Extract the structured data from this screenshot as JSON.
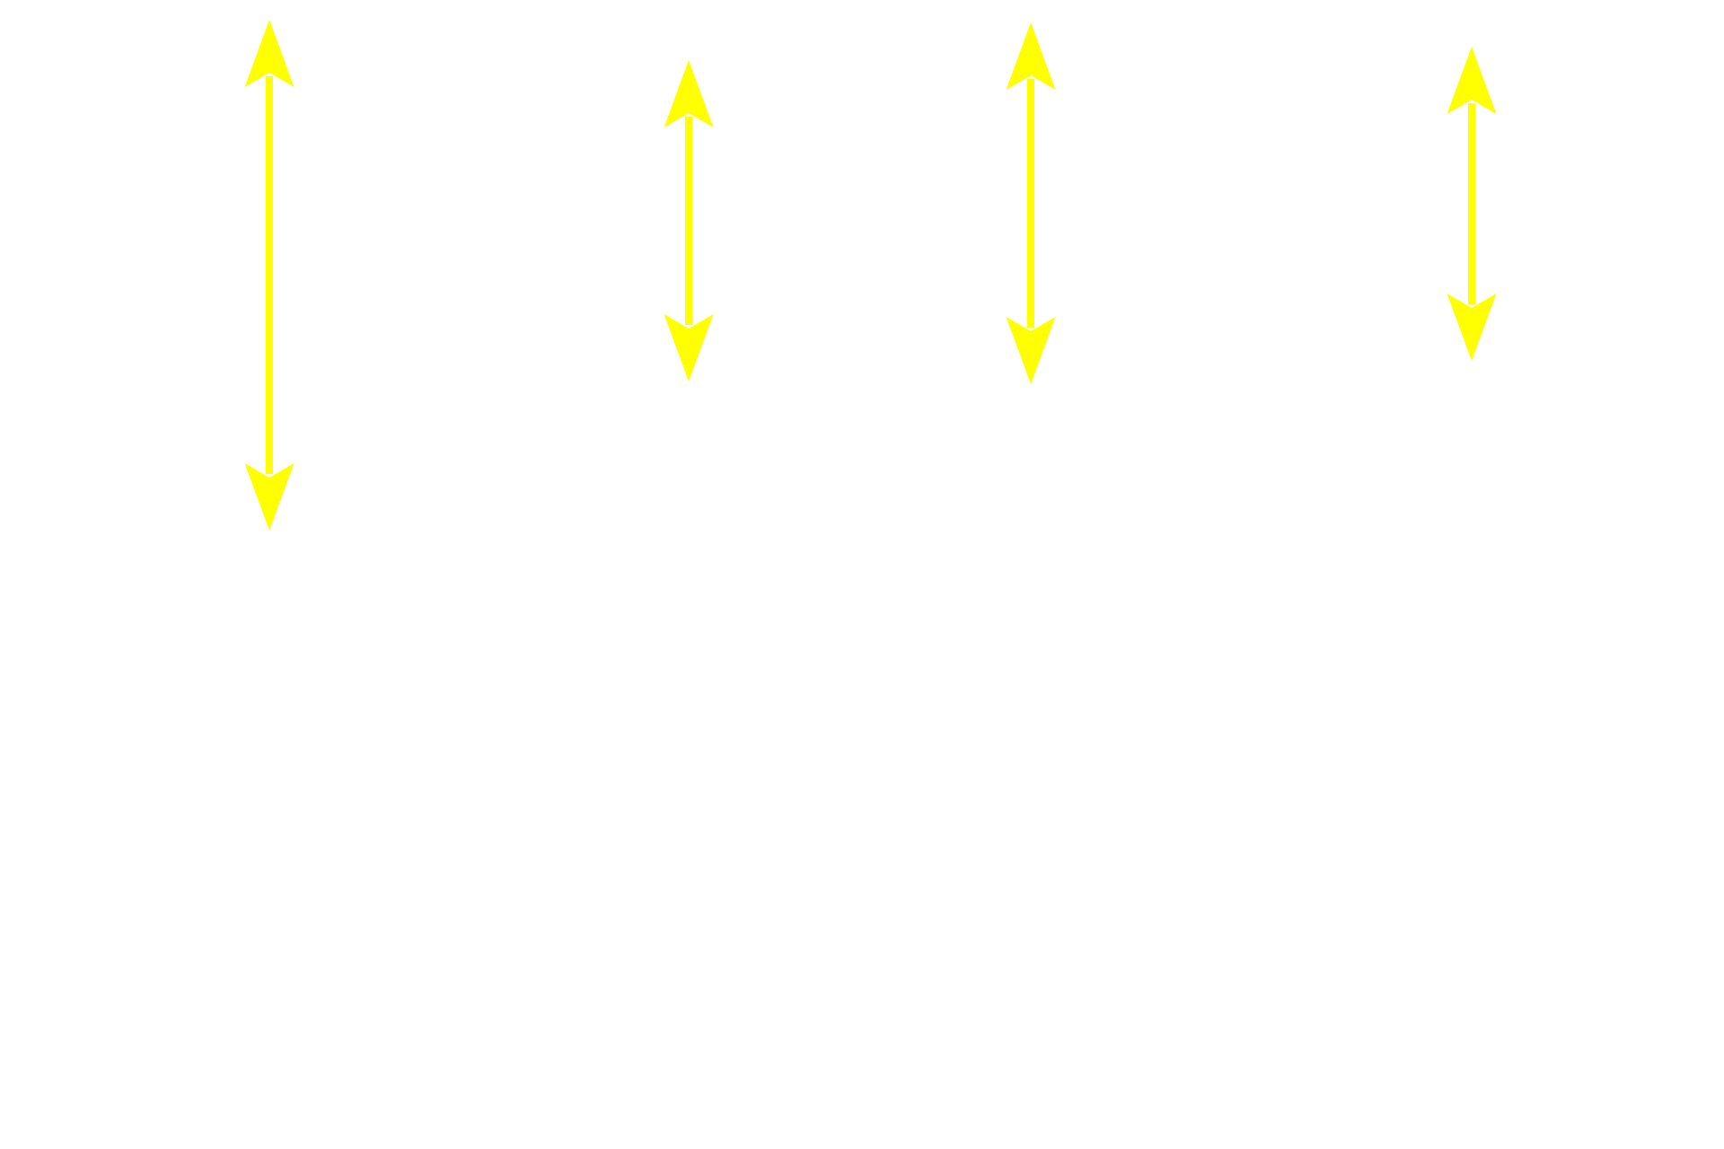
{
  "background_color": "#ffffff",
  "arrow_color": "#ffff00",
  "arrows": [
    {
      "name": "double-arrow-1",
      "icon": "vertical-double-headed-arrow"
    },
    {
      "name": "double-arrow-2",
      "icon": "vertical-double-headed-arrow"
    },
    {
      "name": "double-arrow-3",
      "icon": "vertical-double-headed-arrow"
    },
    {
      "name": "double-arrow-4",
      "icon": "vertical-double-headed-arrow"
    }
  ]
}
